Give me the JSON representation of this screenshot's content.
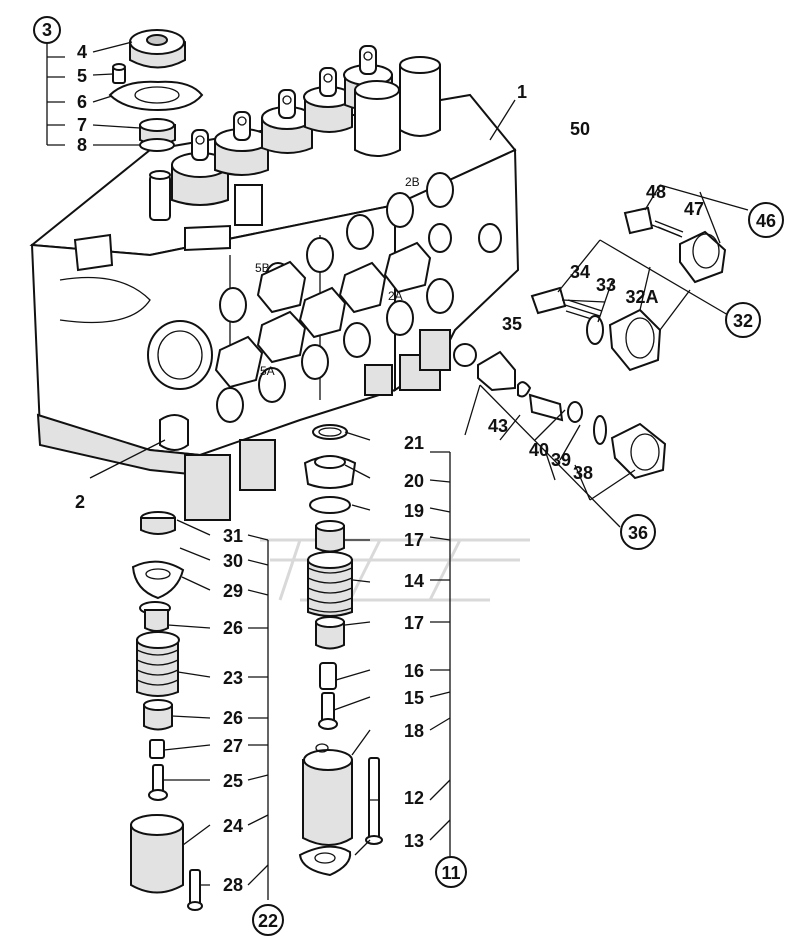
{
  "callouts": [
    {
      "key": "c3",
      "text": "3",
      "circled": true
    },
    {
      "key": "c4",
      "text": "4"
    },
    {
      "key": "c5",
      "text": "5"
    },
    {
      "key": "c6",
      "text": "6"
    },
    {
      "key": "c7",
      "text": "7"
    },
    {
      "key": "c8",
      "text": "8"
    },
    {
      "key": "c1",
      "text": "1"
    },
    {
      "key": "c50",
      "text": "50"
    },
    {
      "key": "c2",
      "text": "2"
    },
    {
      "key": "c46",
      "text": "46",
      "circled": true
    },
    {
      "key": "c48",
      "text": "48"
    },
    {
      "key": "c47",
      "text": "47"
    },
    {
      "key": "c34",
      "text": "34"
    },
    {
      "key": "c33",
      "text": "33"
    },
    {
      "key": "c32A",
      "text": "32A"
    },
    {
      "key": "c32",
      "text": "32",
      "circled": true
    },
    {
      "key": "c35",
      "text": "35"
    },
    {
      "key": "c43",
      "text": "43"
    },
    {
      "key": "c40",
      "text": "40"
    },
    {
      "key": "c39",
      "text": "39"
    },
    {
      "key": "c38",
      "text": "38"
    },
    {
      "key": "c36",
      "text": "36",
      "circled": true
    },
    {
      "key": "c21",
      "text": "21"
    },
    {
      "key": "c20",
      "text": "20"
    },
    {
      "key": "c19",
      "text": "19"
    },
    {
      "key": "c17a",
      "text": "17"
    },
    {
      "key": "c14",
      "text": "14"
    },
    {
      "key": "c17b",
      "text": "17"
    },
    {
      "key": "c16",
      "text": "16"
    },
    {
      "key": "c15",
      "text": "15"
    },
    {
      "key": "c18",
      "text": "18"
    },
    {
      "key": "c12",
      "text": "12"
    },
    {
      "key": "c13",
      "text": "13"
    },
    {
      "key": "c11",
      "text": "11",
      "circled": true
    },
    {
      "key": "c31",
      "text": "31"
    },
    {
      "key": "c30",
      "text": "30"
    },
    {
      "key": "c29",
      "text": "29"
    },
    {
      "key": "c26a",
      "text": "26"
    },
    {
      "key": "c23",
      "text": "23"
    },
    {
      "key": "c26b",
      "text": "26"
    },
    {
      "key": "c27",
      "text": "27"
    },
    {
      "key": "c25",
      "text": "25"
    },
    {
      "key": "c24",
      "text": "24"
    },
    {
      "key": "c28",
      "text": "28"
    },
    {
      "key": "c22",
      "text": "22",
      "circled": true
    }
  ],
  "port_labels": [
    "2B",
    "5B",
    "2A",
    "5A"
  ]
}
